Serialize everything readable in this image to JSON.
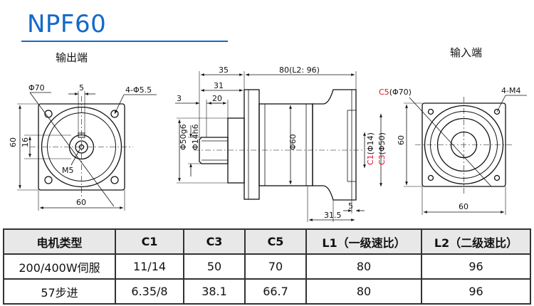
{
  "title": "NPF60",
  "views": {
    "output_label": "输出端",
    "input_label": "输入端"
  },
  "dims": {
    "out_bore": "Φ70",
    "out_key": "5",
    "out_holes": "4-Φ5.5",
    "out_height": "60",
    "out_16": "16",
    "out_tap": "M5",
    "out_width": "60",
    "side_35": "35",
    "side_80": "80(L2: 96)",
    "side_31": "31",
    "side_3": "3",
    "side_20": "20",
    "side_d50": "Φ50g6",
    "side_d14": "Φ14h6",
    "side_d60": "Φ60",
    "side_c1": "C1",
    "side_c1v": "(Φ14)",
    "side_c3": "C3",
    "side_c3v": "(Φ50)",
    "side_5": "5",
    "side_315": "31.5",
    "in_c5": "C5",
    "in_c5v": "(Φ70)",
    "in_holes": "4-M4",
    "in_height": "60",
    "in_width": "60"
  },
  "table": {
    "headers": [
      "电机类型",
      "C1",
      "C3",
      "C5",
      "L1（一级速比）",
      "L2（二级速比）"
    ],
    "rows": [
      [
        "200/400W伺服",
        "11/14",
        "50",
        "70",
        "80",
        "96"
      ],
      [
        "57步进",
        "6.35/8",
        "38.1",
        "66.7",
        "80",
        "96"
      ]
    ]
  },
  "colors": {
    "title": "#1469c7",
    "highlight": "#e0102a",
    "line": "#111111"
  }
}
